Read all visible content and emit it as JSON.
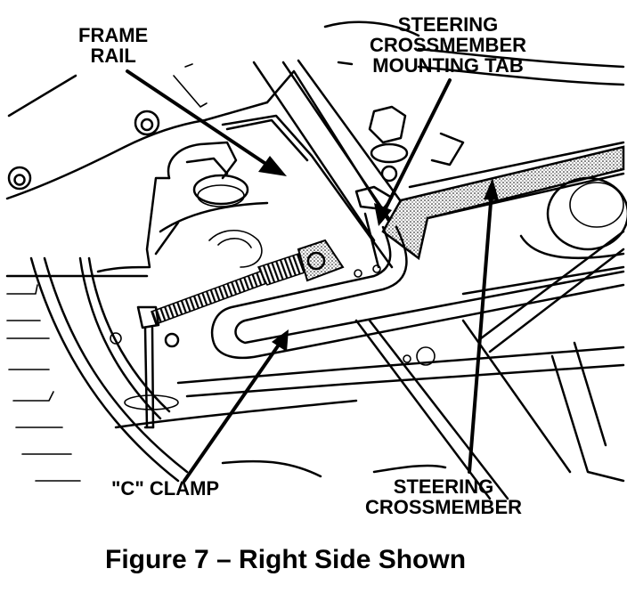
{
  "figure": {
    "caption": "Figure 7 – Right Side Shown",
    "labels": {
      "frame_rail": [
        "FRAME",
        "RAIL"
      ],
      "mounting_tab": [
        "STEERING",
        "CROSSMEMBER",
        "MOUNTING TAB"
      ],
      "c_clamp": [
        "\"C\" CLAMP"
      ],
      "steering_crossmember": [
        "STEERING",
        "CROSSMEMBER"
      ]
    },
    "colors": {
      "ink": "#000000",
      "paper": "#ffffff"
    }
  }
}
